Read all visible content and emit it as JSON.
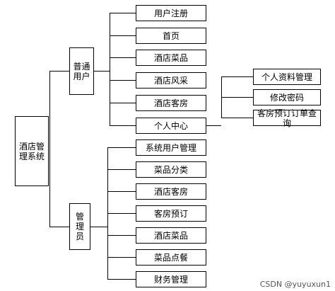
{
  "root": "酒店管理系统",
  "groups": {
    "user": {
      "label": "普通用户",
      "items": [
        "用户注册",
        "首页",
        "酒店菜品",
        "酒店风采",
        "酒店客房",
        "个人中心"
      ],
      "personal_center": {
        "label": "个人中心",
        "items": [
          "个人资料管理",
          "修改密码",
          "客房预订订单查询"
        ]
      }
    },
    "admin": {
      "label": "管理员",
      "items": [
        "系统用户管理",
        "菜品分类",
        "酒店客房",
        "客房预订",
        "酒店菜品",
        "菜品点餐",
        "财务管理"
      ]
    }
  },
  "watermark": "CSDN @yuyuxun1"
}
